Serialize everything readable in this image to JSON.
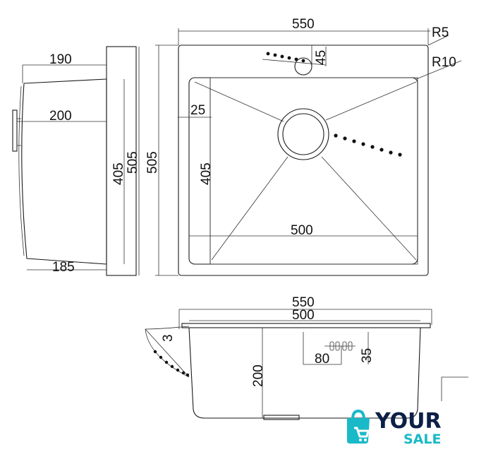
{
  "dimensions": {
    "top_width_outer": "550",
    "corner_radius_outer": "R5",
    "corner_radius_inner": "R10",
    "tap_hole_offset": "45",
    "flange_width": "25",
    "bowl_length": "405",
    "bowl_width": "500",
    "overall_length": "505",
    "side_top_depth": "190",
    "side_mid_depth": "200",
    "side_bottom_depth": "185",
    "side_bowl_length": "405",
    "side_overall_length": "505",
    "front_outer_width": "550",
    "front_inner_width": "500",
    "flange_thickness": "3",
    "bowl_depth": "200",
    "overflow_width": "80",
    "overflow_height": "35"
  },
  "logo": {
    "word_top": "YOUR",
    "word_bottom": "SALE",
    "colors": {
      "teal": "#19b9c8",
      "navy": "#0b1f47"
    },
    "icon": "shopping-bag-icon"
  }
}
